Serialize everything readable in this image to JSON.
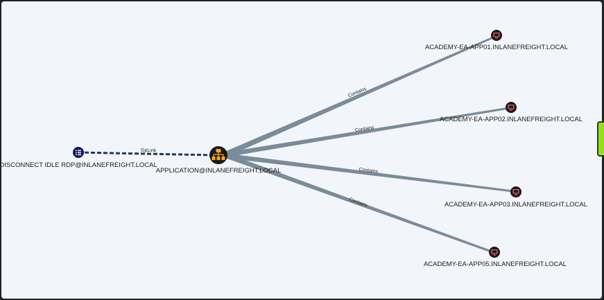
{
  "graph": {
    "nodes": [
      {
        "id": "gpo",
        "label": "DISCONNECT IDLE RDP@INLANEFREIGHT.LOCAL",
        "kind": "gpo",
        "icon": "list-icon"
      },
      {
        "id": "ou",
        "label": "APPLICATION@INLANEFREIGHT.LOCAL",
        "kind": "ou",
        "icon": "sitemap-icon"
      },
      {
        "id": "app01",
        "label": "ACADEMY-EA-APP01.INLANEFREIGHT.LOCAL",
        "kind": "computer",
        "icon": "computer-icon"
      },
      {
        "id": "app02",
        "label": "ACADEMY-EA-APP02.INLANEFREIGHT.LOCAL",
        "kind": "computer",
        "icon": "computer-icon"
      },
      {
        "id": "app03",
        "label": "ACADEMY-EA-APP03.INLANEFREIGHT.LOCAL",
        "kind": "computer",
        "icon": "computer-icon"
      },
      {
        "id": "app05",
        "label": "ACADEMY-EA-APP05.INLANEFREIGHT.LOCAL",
        "kind": "computer",
        "icon": "computer-icon"
      }
    ],
    "edges": [
      {
        "from": "gpo",
        "to": "ou",
        "label": "GpLink"
      },
      {
        "from": "ou",
        "to": "app01",
        "label": "Contains"
      },
      {
        "from": "ou",
        "to": "app02",
        "label": "Contains"
      },
      {
        "from": "ou",
        "to": "app03",
        "label": "Contains"
      },
      {
        "from": "ou",
        "to": "app05",
        "label": "Contains"
      }
    ]
  },
  "colors": {
    "canvas": "#f2f6fa",
    "edge": "#7a8c99",
    "gplink_edge": "#1c3a58",
    "gpo_node": "#17175a",
    "ou_node": "#f5a623",
    "computer_node": "#e05b5b",
    "drawer_handle": "#8fe21a"
  }
}
